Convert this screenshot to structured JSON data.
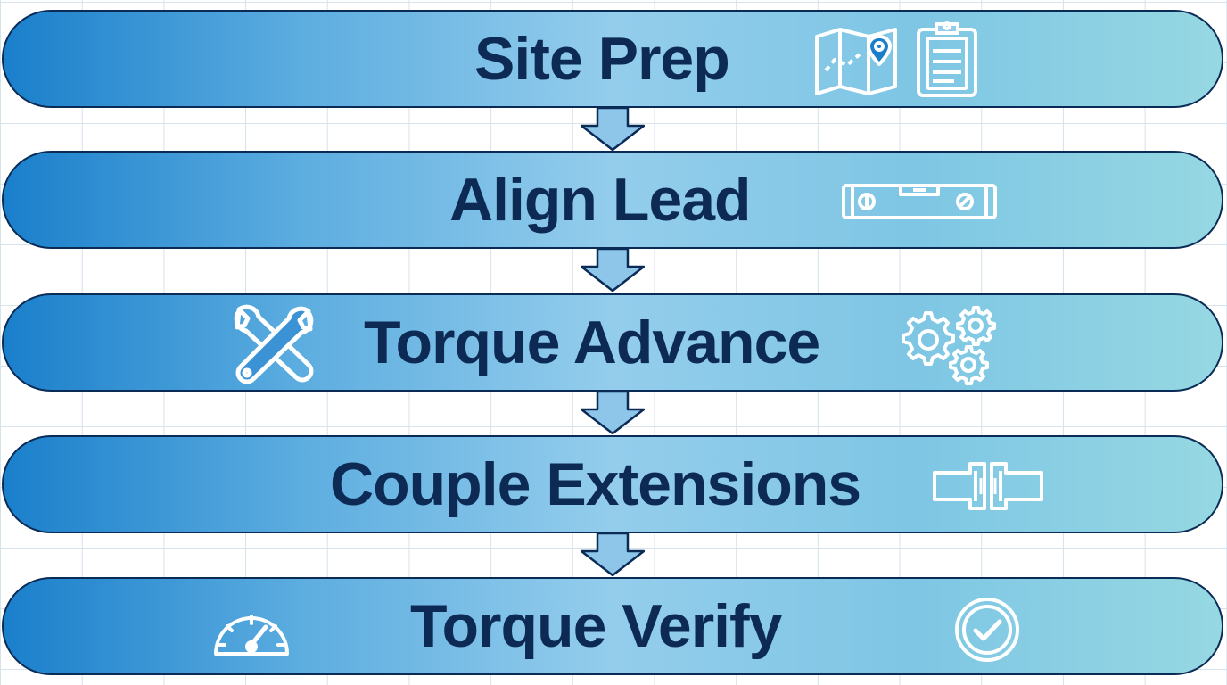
{
  "steps": [
    {
      "label": "Site Prep",
      "icons": [
        "map-icon",
        "clipboard-icon"
      ]
    },
    {
      "label": "Align Lead",
      "icons": [
        "spirit-level-icon"
      ]
    },
    {
      "label": "Torque Advance",
      "icons": [
        "wrench-cross-icon",
        "gears-icon"
      ]
    },
    {
      "label": "Couple Extensions",
      "icons": [
        "coupling-icon"
      ]
    },
    {
      "label": "Torque Verify",
      "icons": [
        "gauge-icon",
        "checkmark-circle-icon"
      ]
    }
  ],
  "colors": {
    "text": "#0d2a55",
    "border": "#0b2b57",
    "gradient_start": "#1a7fcb",
    "gradient_end": "#96d8e2",
    "arrow_fill": "#8ec6ea"
  }
}
